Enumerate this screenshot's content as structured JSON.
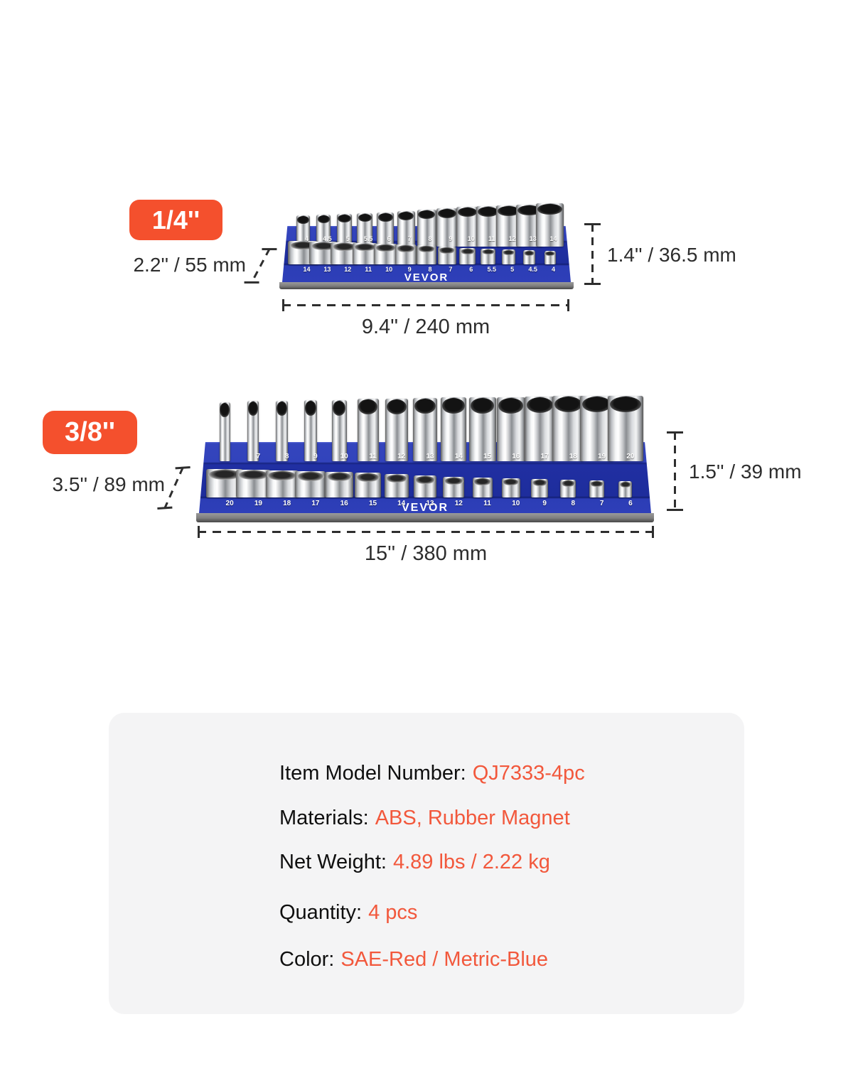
{
  "colors": {
    "badge_accent": "#F4502D",
    "value_accent": "#F2583C",
    "tray_blue": "#2C3CB4",
    "dimension_text": "#2D2D2D",
    "panel_bg": "#F4F4F5"
  },
  "tray_small": {
    "badge": "1/4''",
    "brand": "VEVOR",
    "top_labels": [
      "4",
      "4.5",
      "5",
      "5.5",
      "6",
      "7",
      "8",
      "9",
      "10",
      "11",
      "12",
      "13",
      "14"
    ],
    "bottom_labels": [
      "14",
      "13",
      "12",
      "11",
      "10",
      "9",
      "8",
      "7",
      "6",
      "5.5",
      "5",
      "4.5",
      "4"
    ],
    "dim_depth": "2.2'' / 55 mm",
    "dim_height": "1.4'' / 36.5 mm",
    "dim_width": "9.4'' / 240 mm"
  },
  "tray_large": {
    "badge": "3/8''",
    "brand": "VEVOR",
    "top_labels": [
      "",
      "7",
      "8",
      "9",
      "10",
      "11",
      "12",
      "13",
      "14",
      "15",
      "16",
      "17",
      "18",
      "19",
      "20"
    ],
    "bottom_labels": [
      "20",
      "19",
      "18",
      "17",
      "16",
      "15",
      "14",
      "13",
      "12",
      "11",
      "10",
      "9",
      "8",
      "7",
      "6"
    ],
    "dim_depth": "3.5'' / 89 mm",
    "dim_height": "1.5'' / 39 mm",
    "dim_width": "15'' / 380 mm"
  },
  "specs": [
    {
      "label": "Item Model Number:",
      "value": "QJ7333-4pc"
    },
    {
      "label": "Materials:",
      "value": "ABS, Rubber Magnet"
    },
    {
      "label": "Net Weight:",
      "value": "4.89 lbs / 2.22 kg"
    },
    {
      "label": "Quantity:",
      "value": "4 pcs"
    },
    {
      "label": "Color:",
      "value": "SAE-Red / Metric-Blue"
    }
  ]
}
